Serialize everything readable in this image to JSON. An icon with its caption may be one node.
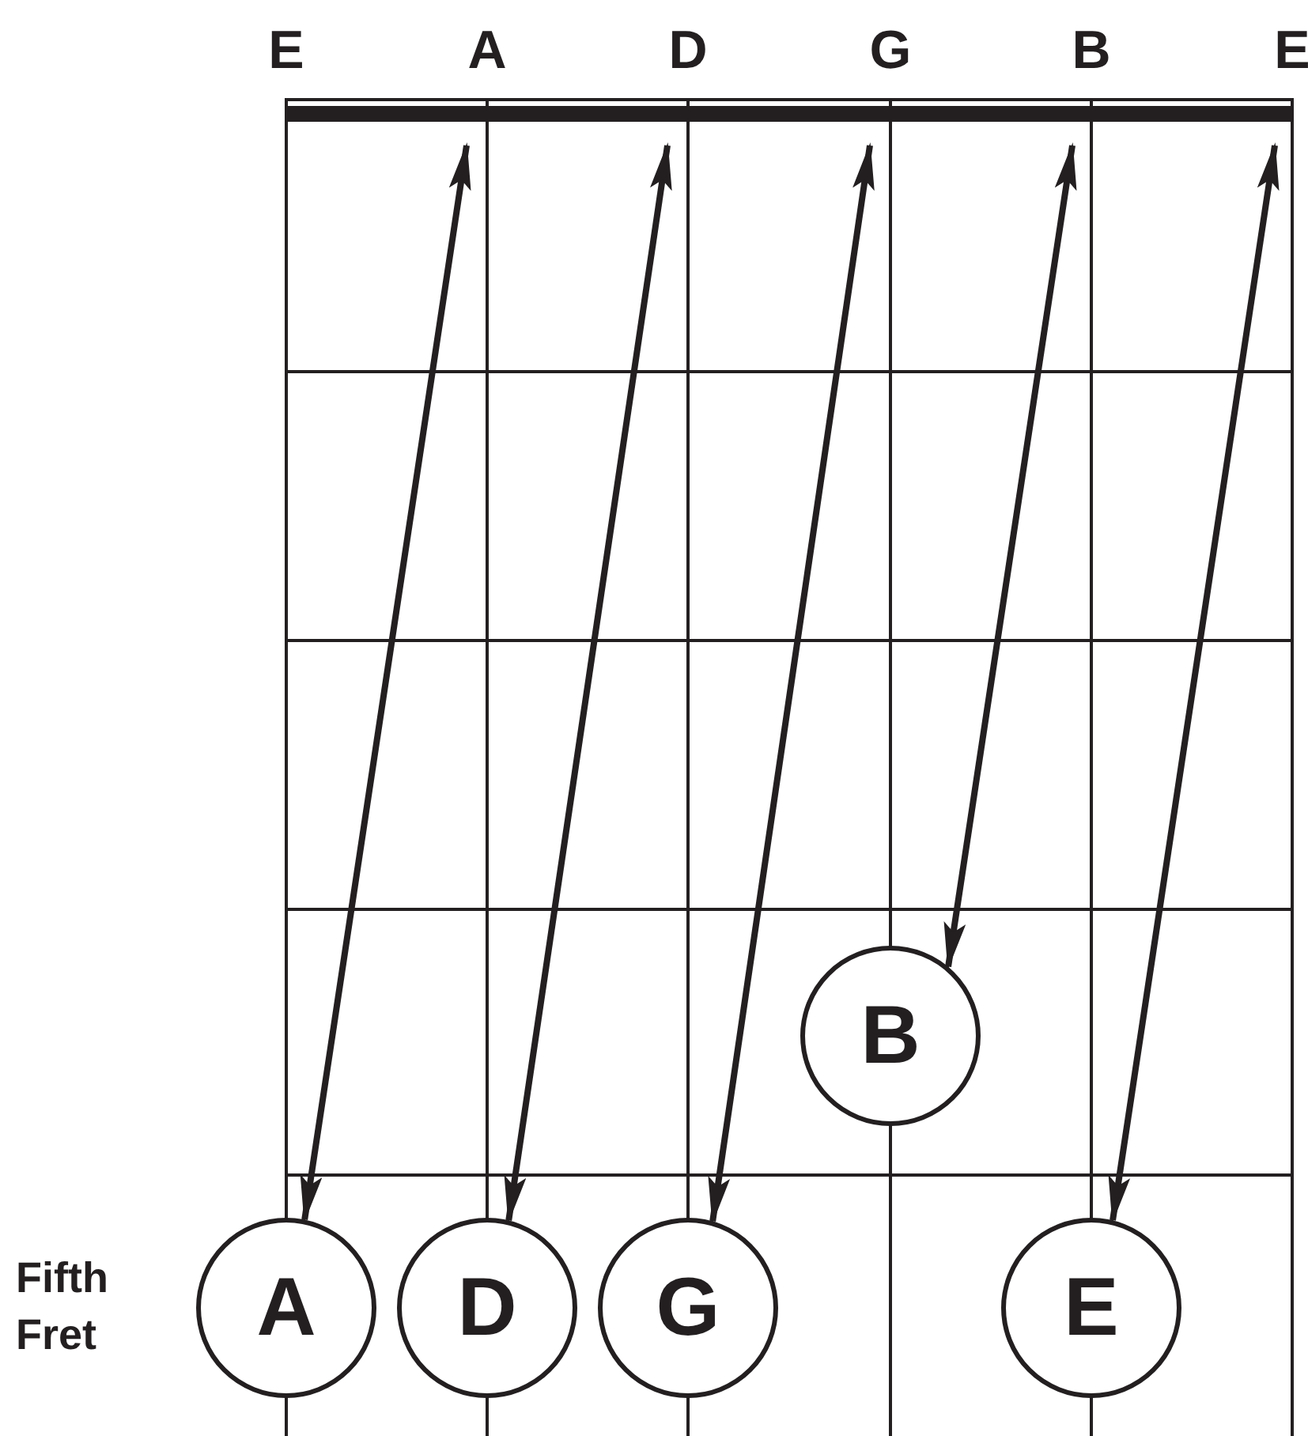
{
  "diagram": {
    "nodes": [
      {
        "text": [
          "B"
        ]
      },
      {
        "text": [
          "A"
        ]
      },
      {
        "text": [
          "D"
        ]
      },
      {
        "text": [
          "G"
        ]
      },
      {
        "text": [
          "E"
        ]
      }
    ],
    "edges": [
      {
        "from": null,
        "to": 1,
        "arrow": "both"
      },
      {
        "from": null,
        "to": 2,
        "arrow": "both"
      },
      {
        "from": null,
        "to": 3,
        "arrow": "both"
      },
      {
        "from": null,
        "to": 0,
        "arrow": "both"
      },
      {
        "from": null,
        "to": 4,
        "arrow": "both"
      }
    ],
    "labels": [
      "E",
      "A",
      "D",
      "G",
      "B",
      "E",
      "Fifth Fret"
    ]
  }
}
